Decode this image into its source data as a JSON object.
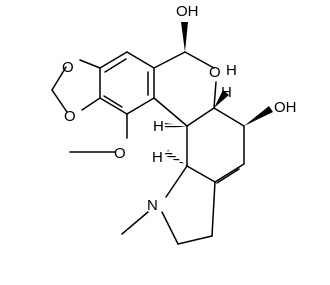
{
  "molecule": {
    "atom_labels": {
      "oh_top": "OH",
      "oh_right": "OH",
      "h_top": "H",
      "h_mid": "H",
      "h_bottom": "H",
      "o_ring": "O",
      "o_diox_top": "O",
      "o_diox_bottom": "O",
      "o_methoxy": "O",
      "n_amine": "N"
    },
    "colors": {
      "bond": "#000000",
      "background": "#ffffff"
    }
  }
}
